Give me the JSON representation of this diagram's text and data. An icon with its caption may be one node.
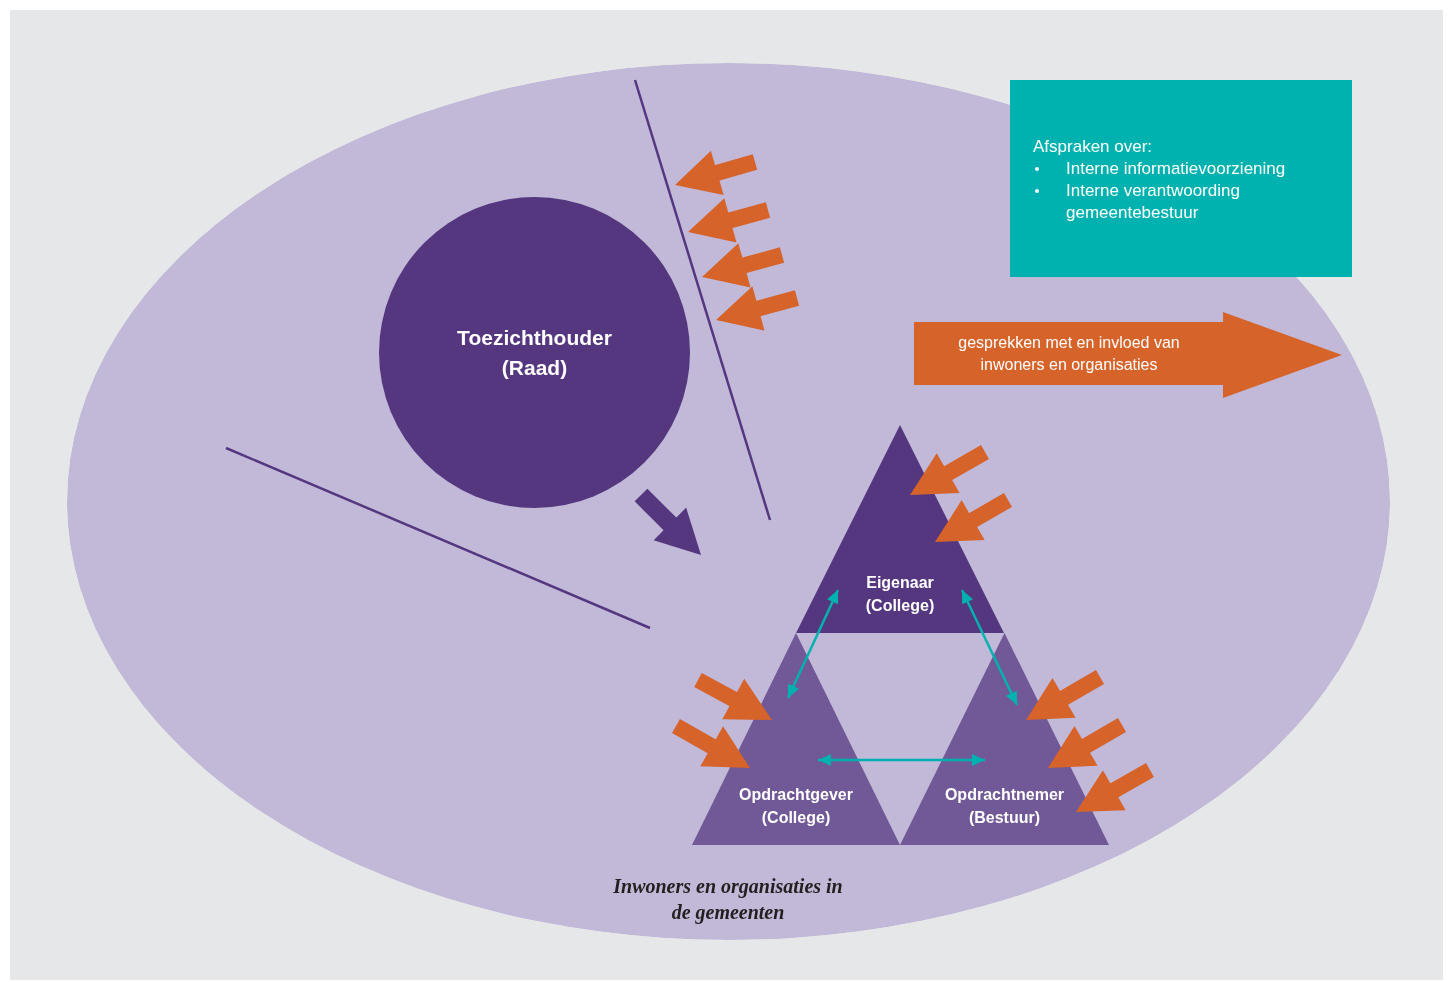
{
  "diagram": {
    "nodes": [
      {
        "text": [
          "Inwoners en organisaties in de gemeenten"
        ]
      },
      {
        "text": [
          "Toezichthouder (Raad)"
        ],
        "in": 0
      },
      {
        "text": [
          "Afspraken over:",
          "Interne informatievoorziening",
          "Interne verantwoording gemeentebestuur"
        ]
      },
      {
        "text": [
          "gesprekken met en invloed van inwoners en organisaties"
        ],
        "in": 0
      },
      {
        "text": [
          "Eigenaar (College)"
        ],
        "in": 0
      },
      {
        "text": [
          "Opdrachtgever (College)"
        ],
        "in": 0
      },
      {
        "text": [
          "Opdrachtnemer (Bestuur)"
        ],
        "in": 0
      }
    ],
    "edges": [
      {
        "from": 4,
        "to": 5,
        "arrow": "both",
        "color": "#00b2af"
      },
      {
        "from": 4,
        "to": 6,
        "arrow": "both",
        "color": "#00b2af"
      },
      {
        "from": 5,
        "to": 6,
        "arrow": "both",
        "color": "#00b2af"
      },
      {
        "from": null,
        "to": 4,
        "arrow": "to"
      },
      {
        "from": null,
        "to": 4,
        "arrow": "to"
      },
      {
        "from": null,
        "to": 5,
        "arrow": "to"
      },
      {
        "from": null,
        "to": 5,
        "arrow": "to"
      },
      {
        "from": null,
        "to": 6,
        "arrow": "to"
      },
      {
        "from": null,
        "to": 6,
        "arrow": "to"
      },
      {
        "from": null,
        "to": 6,
        "arrow": "to"
      }
    ]
  }
}
